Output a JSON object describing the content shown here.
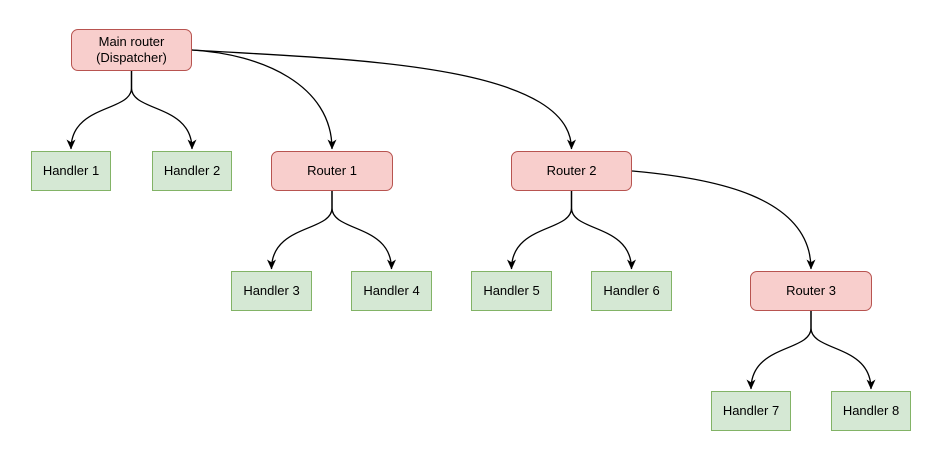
{
  "diagram": {
    "type": "tree-flowchart",
    "colors": {
      "background": "#ffffff",
      "router_fill": "#f8cecc",
      "router_stroke": "#b85450",
      "handler_fill": "#d5e8d4",
      "handler_stroke": "#82b366",
      "edge": "#000000",
      "text": "#000000"
    },
    "nodes": {
      "main": {
        "label": "Main router\n(Dispatcher)",
        "kind": "router"
      },
      "router1": {
        "label": "Router 1",
        "kind": "router"
      },
      "router2": {
        "label": "Router 2",
        "kind": "router"
      },
      "router3": {
        "label": "Router 3",
        "kind": "router"
      },
      "handler1": {
        "label": "Handler 1",
        "kind": "handler"
      },
      "handler2": {
        "label": "Handler 2",
        "kind": "handler"
      },
      "handler3": {
        "label": "Handler 3",
        "kind": "handler"
      },
      "handler4": {
        "label": "Handler 4",
        "kind": "handler"
      },
      "handler5": {
        "label": "Handler 5",
        "kind": "handler"
      },
      "handler6": {
        "label": "Handler 6",
        "kind": "handler"
      },
      "handler7": {
        "label": "Handler 7",
        "kind": "handler"
      },
      "handler8": {
        "label": "Handler 8",
        "kind": "handler"
      }
    },
    "edges": [
      {
        "from": "Main router (Dispatcher)",
        "to": "Handler 1"
      },
      {
        "from": "Main router (Dispatcher)",
        "to": "Handler 2"
      },
      {
        "from": "Main router (Dispatcher)",
        "to": "Router 1"
      },
      {
        "from": "Main router (Dispatcher)",
        "to": "Router 2"
      },
      {
        "from": "Router 1",
        "to": "Handler 3"
      },
      {
        "from": "Router 1",
        "to": "Handler 4"
      },
      {
        "from": "Router 2",
        "to": "Handler 5"
      },
      {
        "from": "Router 2",
        "to": "Handler 6"
      },
      {
        "from": "Router 2",
        "to": "Router 3"
      },
      {
        "from": "Router 3",
        "to": "Handler 7"
      },
      {
        "from": "Router 3",
        "to": "Handler 8"
      }
    ]
  }
}
